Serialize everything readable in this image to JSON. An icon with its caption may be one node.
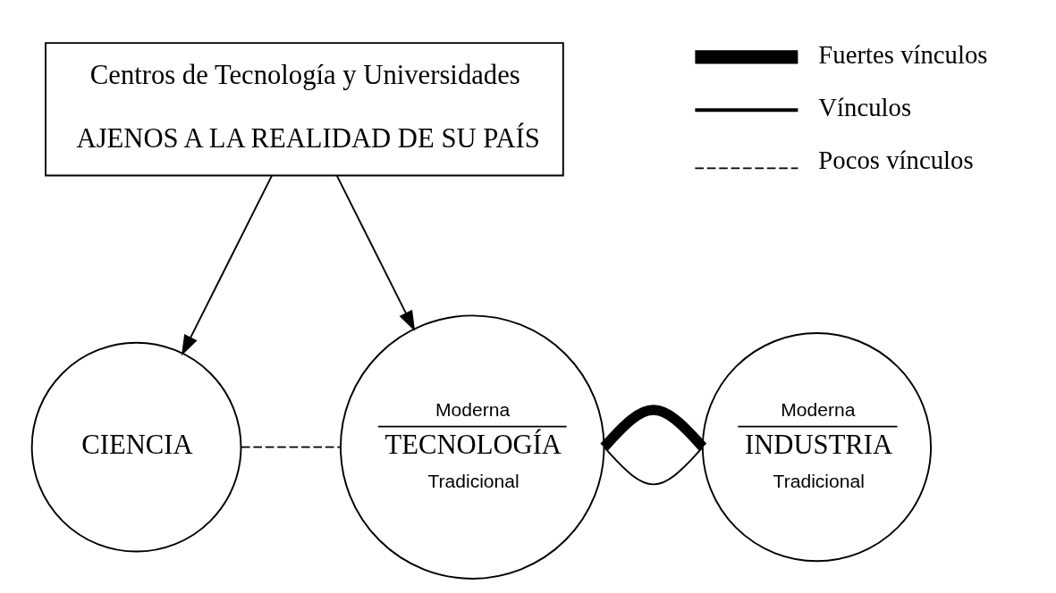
{
  "diagram": {
    "nodes": [
      {
        "text": [
          "Centros de Tecnología y Universidades",
          "AJENOS A LA REALIDAD DE SU PAÍS"
        ]
      },
      {
        "text": [
          "CIENCIA"
        ]
      },
      {
        "text": [
          "Moderna",
          "TECNOLOGÍA",
          "Tradicional"
        ]
      },
      {
        "text": [
          "Moderna",
          "INDUSTRIA",
          "Tradicional"
        ]
      }
    ],
    "edges": [
      {
        "from": 0,
        "to": 1,
        "arrow": "to"
      },
      {
        "from": 0,
        "to": 2,
        "arrow": "to"
      },
      {
        "from": 1,
        "to": 2,
        "arrow": "none",
        "style": "dashed"
      },
      {
        "from": 2,
        "to": 3,
        "arrow": "none"
      },
      {
        "from": 2,
        "to": 3,
        "arrow": "none",
        "style": "thick"
      }
    ],
    "legend": [
      {
        "text": "Fuertes vínculos"
      },
      {
        "text": "Vínculos"
      },
      {
        "text": "Pocos vínculos"
      }
    ]
  }
}
